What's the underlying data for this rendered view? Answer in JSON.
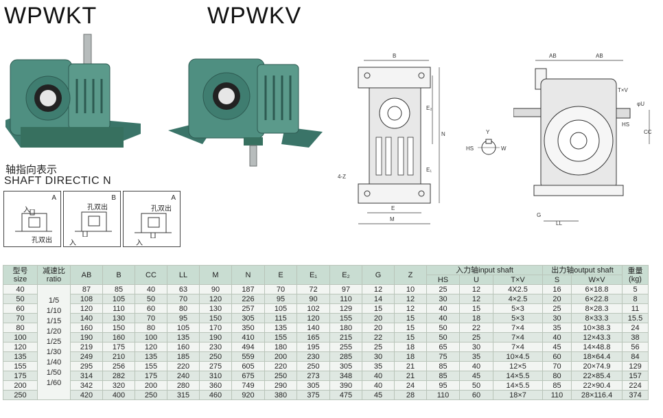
{
  "titles": {
    "left": "WPWKT",
    "right": "WPWKV"
  },
  "shaft_direction": {
    "cn": "轴指向表示",
    "en": "SHAFT DIRECTIC N"
  },
  "direction_boxes": [
    {
      "corner": "A",
      "in": "入",
      "out": "孔双出"
    },
    {
      "corner": "B",
      "in": "入",
      "out": "孔双出"
    },
    {
      "corner": "A",
      "in": "入",
      "out": "孔双出"
    }
  ],
  "diagram_labels": {
    "B": "B",
    "E2": "E₂",
    "E1": "E₁",
    "N": "N",
    "E": "E",
    "M": "M",
    "fourZ": "4-Z",
    "Y": "Y",
    "HS": "HS",
    "W": "W",
    "AB1": "AB",
    "AB2": "AB",
    "TxV": "T×V",
    "phiU": "φU",
    "HS2": "HS",
    "CC": "CC",
    "G": "G",
    "LL": "LL"
  },
  "table": {
    "headers": {
      "model_cn": "型号",
      "model_en": "size",
      "ratio_cn": "减速比",
      "ratio_en": "ratio",
      "AB": "AB",
      "B": "B",
      "CC": "CC",
      "LL": "LL",
      "M": "M",
      "N": "N",
      "E": "E",
      "E1": "E₁",
      "E2": "E₂",
      "G": "G",
      "Z": "Z",
      "input": "入力轴input shaft",
      "HS": "HS",
      "U": "U",
      "TxV": "T×V",
      "output": "出力轴output shaft",
      "S": "S",
      "WxV": "W×V",
      "weight_cn": "重量",
      "weight_unit": "(kg)"
    },
    "ratios": [
      "1/5",
      "1/10",
      "1/15",
      "1/20",
      "1/25",
      "1/30",
      "1/40",
      "1/50",
      "1/60"
    ],
    "rows": [
      [
        "40",
        "87",
        "85",
        "40",
        "63",
        "90",
        "187",
        "70",
        "72",
        "97",
        "12",
        "10",
        "25",
        "12",
        "4X2.5",
        "16",
        "6×18.8",
        "5"
      ],
      [
        "50",
        "108",
        "105",
        "50",
        "70",
        "120",
        "226",
        "95",
        "90",
        "110",
        "14",
        "12",
        "30",
        "12",
        "4×2.5",
        "20",
        "6×22.8",
        "8"
      ],
      [
        "60",
        "120",
        "110",
        "60",
        "80",
        "130",
        "257",
        "105",
        "102",
        "129",
        "15",
        "12",
        "40",
        "15",
        "5×3",
        "25",
        "8×28.3",
        "11"
      ],
      [
        "70",
        "140",
        "130",
        "70",
        "95",
        "150",
        "305",
        "115",
        "120",
        "155",
        "20",
        "15",
        "40",
        "18",
        "5×3",
        "30",
        "8×33.3",
        "15.5"
      ],
      [
        "80",
        "160",
        "150",
        "80",
        "105",
        "170",
        "350",
        "135",
        "140",
        "180",
        "20",
        "15",
        "50",
        "22",
        "7×4",
        "35",
        "10×38.3",
        "24"
      ],
      [
        "100",
        "190",
        "160",
        "100",
        "135",
        "190",
        "410",
        "155",
        "165",
        "215",
        "22",
        "15",
        "50",
        "25",
        "7×4",
        "40",
        "12×43.3",
        "38"
      ],
      [
        "120",
        "219",
        "175",
        "120",
        "160",
        "230",
        "494",
        "180",
        "195",
        "255",
        "25",
        "18",
        "65",
        "30",
        "7×4",
        "45",
        "14×48.8",
        "56"
      ],
      [
        "135",
        "249",
        "210",
        "135",
        "185",
        "250",
        "559",
        "200",
        "230",
        "285",
        "30",
        "18",
        "75",
        "35",
        "10×4.5",
        "60",
        "18×64.4",
        "84"
      ],
      [
        "155",
        "295",
        "256",
        "155",
        "220",
        "275",
        "605",
        "220",
        "250",
        "305",
        "35",
        "21",
        "85",
        "40",
        "12×5",
        "70",
        "20×74.9",
        "129"
      ],
      [
        "175",
        "314",
        "282",
        "175",
        "240",
        "310",
        "675",
        "250",
        "273",
        "348",
        "40",
        "21",
        "85",
        "45",
        "14×5.5",
        "80",
        "22×85.4",
        "157"
      ],
      [
        "200",
        "342",
        "320",
        "200",
        "280",
        "360",
        "749",
        "290",
        "305",
        "390",
        "40",
        "24",
        "95",
        "50",
        "14×5.5",
        "85",
        "22×90.4",
        "224"
      ],
      [
        "250",
        "420",
        "400",
        "250",
        "315",
        "460",
        "920",
        "380",
        "375",
        "475",
        "45",
        "28",
        "110",
        "60",
        "18×7",
        "110",
        "28×116.4",
        "374"
      ]
    ]
  }
}
